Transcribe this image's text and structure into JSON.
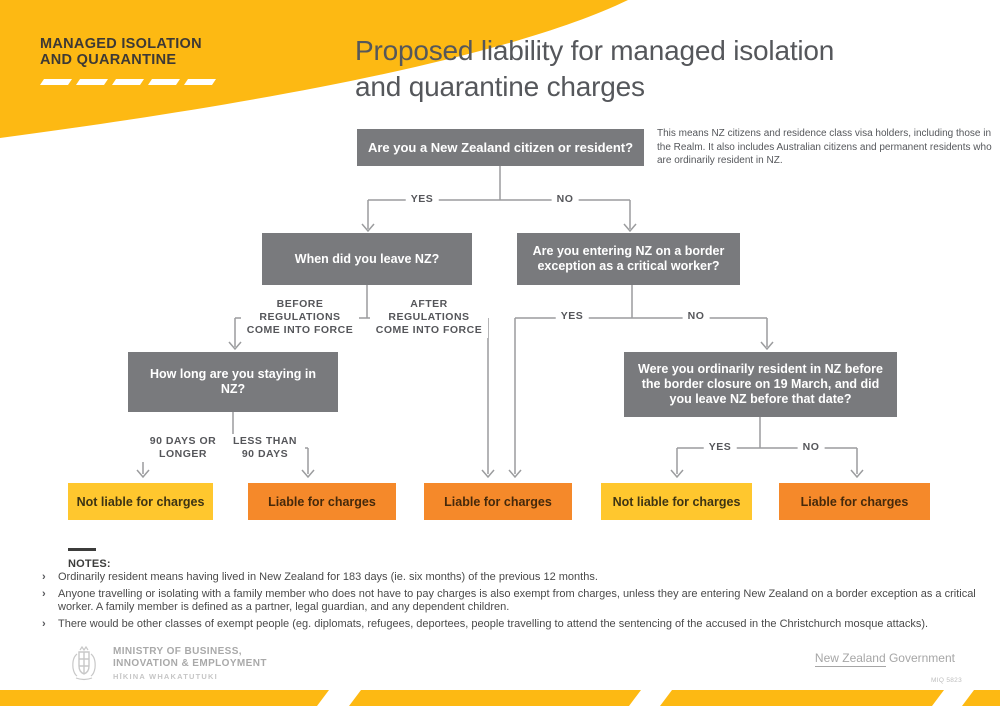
{
  "brand_colors": {
    "header_yellow": "#FDB913",
    "outcome_yellow": "#FFC72E",
    "outcome_orange": "#F5892A",
    "question_gray": "#797A7D",
    "connector_gray": "#9B9C9E"
  },
  "header": {
    "logo_line1": "MANAGED ISOLATION",
    "logo_line2": "AND QUARANTINE",
    "title_line1": "Proposed liability for managed isolation",
    "title_line2": "and quarantine charges"
  },
  "flowchart": {
    "q_citizen": "Are you a New Zealand citizen or resident?",
    "citizen_note": "This means NZ citizens and residence class visa holders, including those in the Realm. It also includes Australian citizens and permanent residents who are ordinarily resident in NZ.",
    "q_leave": "When did you leave NZ?",
    "q_border_exception": "Are you entering NZ on a border exception as a critical worker?",
    "q_how_long": "How long are you staying in NZ?",
    "q_ordinarily_resident": "Were you ordinarily resident in NZ before the border closure on 19 March, and did you leave NZ before that date?",
    "labels": {
      "yes": "YES",
      "no": "NO",
      "before_regs": "BEFORE REGULATIONS COME INTO FORCE",
      "after_regs": "AFTER REGULATIONS COME INTO FORCE",
      "days_90_or_longer": "90 DAYS OR LONGER",
      "less_than_90": "LESS THAN 90 DAYS"
    },
    "outcomes": [
      {
        "label": "Not liable for charges",
        "type": "not-liable"
      },
      {
        "label": "Liable for charges",
        "type": "liable"
      },
      {
        "label": "Liable for charges",
        "type": "liable"
      },
      {
        "label": "Not liable for charges",
        "type": "not-liable"
      },
      {
        "label": "Liable for charges",
        "type": "liable"
      }
    ]
  },
  "notes": {
    "heading": "NOTES:",
    "items": [
      "Ordinarily resident means having lived in New Zealand for 183 days (ie. six months) of the previous 12 months.",
      "Anyone travelling or isolating with a family member who does not have to pay charges is also exempt from charges, unless they are entering New Zealand on a border exception as a critical worker. A family member is defined as a partner, legal guardian, and any dependent children.",
      "There would be other classes of exempt people (eg. diplomats, refugees, deportees, people travelling to attend the sentencing of the accused in the Christchurch mosque attacks)."
    ]
  },
  "footer": {
    "ministry_line1": "MINISTRY OF BUSINESS,",
    "ministry_line2": "INNOVATION & EMPLOYMENT",
    "ministry_line3": "HĪKINA WHAKATUTUKI",
    "govt_part1": "New Zealand",
    "govt_part2": " Government",
    "doc_code": "MIQ 5823"
  }
}
